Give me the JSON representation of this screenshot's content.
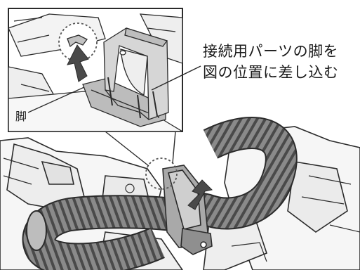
{
  "callout": {
    "line1": "接続用パーツの脚を",
    "line2": "図の位置に差し込む"
  },
  "inset": {
    "leg_label": "脚"
  },
  "colors": {
    "outline": "#2b2b2b",
    "part_fill": "#c9c9c9",
    "part_dark": "#8f8f8f",
    "arrow": "#4a4a4a",
    "hose": "#7a7a7a",
    "hose_dark": "#3d3d3d",
    "machine": "#f2f2f2"
  },
  "icons": {
    "insert_arrow": "up-arrow-icon",
    "detail_circle": "magnify-circle-icon"
  }
}
